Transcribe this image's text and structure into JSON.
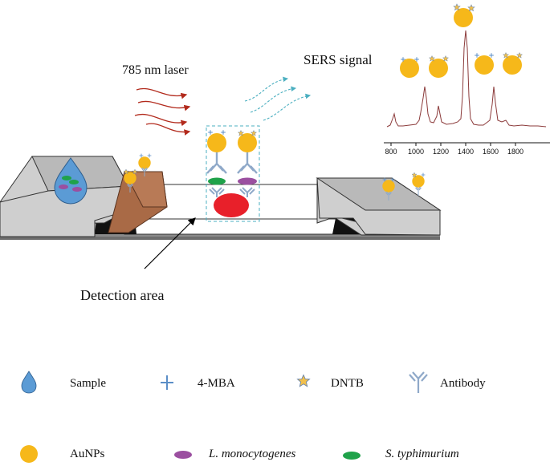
{
  "labels": {
    "laser": "785 nm laser",
    "sers_signal": "SERS signal",
    "detection_area": "Detection area"
  },
  "spectrum": {
    "x_ticks": [
      "800",
      "1000",
      "1200",
      "1400",
      "1600",
      "1800"
    ]
  },
  "legend": {
    "sample": "Sample",
    "mba": "4-MBA",
    "dntb": "DNTB",
    "antibody": "Antibody",
    "aunps": "AuNPs",
    "l_mono": "L. monocytogenes",
    "s_typh": "S. typhimurium"
  },
  "colors": {
    "gold": "#F6B81A",
    "antibody_blue": "#8FA9C9",
    "red_target": "#E8202A",
    "green_bact": "#1FA24A",
    "purple_bact": "#9B4FA0",
    "sample_pad": "#A96A46",
    "drop_blue": "#5B9BD5",
    "laser_red": "#B22A1C",
    "scatter_teal": "#4BAFC0"
  }
}
